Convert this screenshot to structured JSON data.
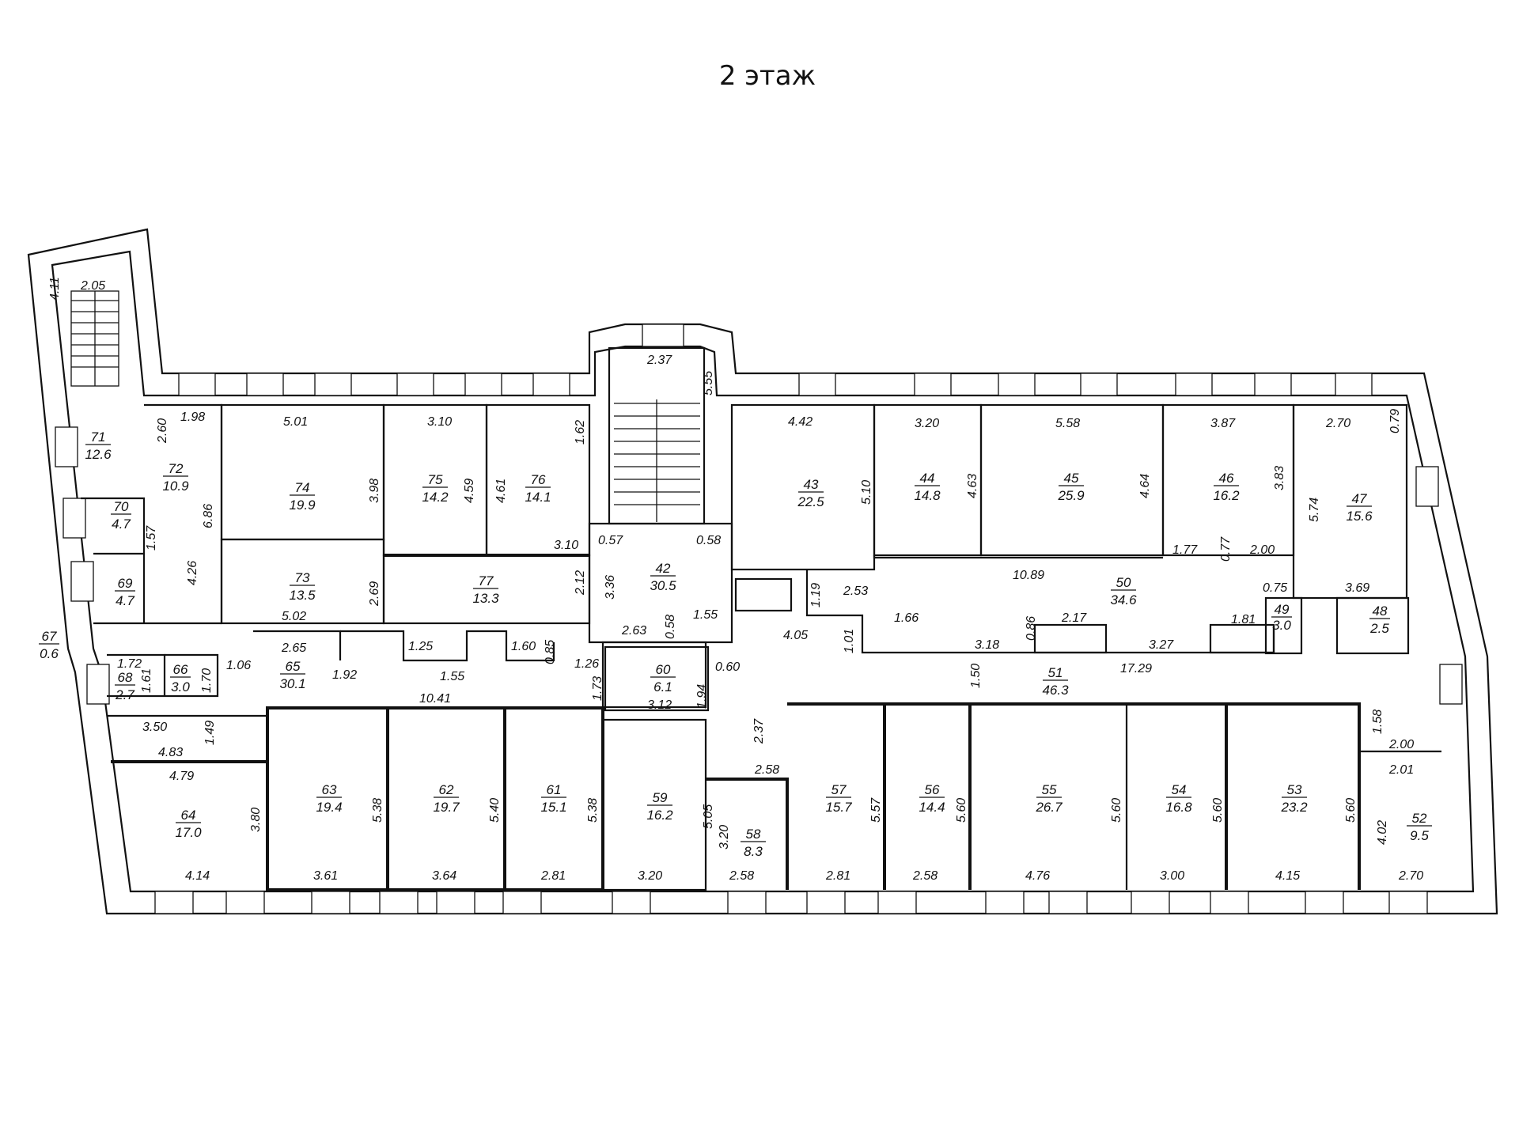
{
  "title": "2 этаж",
  "rooms": [
    {
      "num": "71",
      "area": "12.6"
    },
    {
      "num": "72",
      "area": "10.9"
    },
    {
      "num": "70",
      "area": "4.7"
    },
    {
      "num": "69",
      "area": "4.7"
    },
    {
      "num": "67",
      "area": "0.6"
    },
    {
      "num": "74",
      "area": "19.9"
    },
    {
      "num": "75",
      "area": "14.2"
    },
    {
      "num": "76",
      "area": "14.1"
    },
    {
      "num": "73",
      "area": "13.5"
    },
    {
      "num": "77",
      "area": "13.3"
    },
    {
      "num": "42",
      "area": "30.5"
    },
    {
      "num": "43",
      "area": "22.5"
    },
    {
      "num": "44",
      "area": "14.8"
    },
    {
      "num": "45",
      "area": "25.9"
    },
    {
      "num": "46",
      "area": "16.2"
    },
    {
      "num": "47",
      "area": "15.6"
    },
    {
      "num": "50",
      "area": "34.6"
    },
    {
      "num": "49",
      "area": "3.0"
    },
    {
      "num": "48",
      "area": "2.5"
    },
    {
      "num": "51",
      "area": "46.3"
    },
    {
      "num": "60",
      "area": "6.1"
    },
    {
      "num": "65",
      "area": "30.1"
    },
    {
      "num": "66",
      "area": "3.0"
    },
    {
      "num": "68",
      "area": "2.7"
    },
    {
      "num": "64",
      "area": "17.0"
    },
    {
      "num": "63",
      "area": "19.4"
    },
    {
      "num": "62",
      "area": "19.7"
    },
    {
      "num": "61",
      "area": "15.1"
    },
    {
      "num": "59",
      "area": "16.2"
    },
    {
      "num": "58",
      "area": "8.3"
    },
    {
      "num": "57",
      "area": "15.7"
    },
    {
      "num": "56",
      "area": "14.4"
    },
    {
      "num": "55",
      "area": "26.7"
    },
    {
      "num": "54",
      "area": "16.8"
    },
    {
      "num": "53",
      "area": "23.2"
    },
    {
      "num": "52",
      "area": "9.5"
    }
  ],
  "dimensions": [
    "2.05",
    "4.11",
    "1.98",
    "2.60",
    "5.01",
    "3.10",
    "1.62",
    "3.98",
    "4.59",
    "4.61",
    "6.86",
    "1.57",
    "4.26",
    "3.10",
    "2.69",
    "2.12",
    "3.36",
    "5.02",
    "2.37",
    "5.55",
    "0.57",
    "0.58",
    "4.42",
    "5.10",
    "3.20",
    "4.63",
    "5.58",
    "4.64",
    "3.87",
    "3.83",
    "2.70",
    "0.79",
    "5.74",
    "1.77",
    "0.77",
    "2.00",
    "10.89",
    "2.53",
    "1.19",
    "4.05",
    "1.01",
    "1.66",
    "2.17",
    "3.18",
    "0.86",
    "3.27",
    "1.81",
    "0.75",
    "3.69",
    "2.63",
    "0.58",
    "1.55",
    "2.65",
    "1.25",
    "1.60",
    "0.85",
    "1.26",
    "1.92",
    "1.55",
    "1.06",
    "1.72",
    "1.61",
    "1.70",
    "1.73",
    "3.12",
    "1.94",
    "0.60",
    "10.41",
    "3.50",
    "1.49",
    "4.83",
    "4.79",
    "3.80",
    "4.14",
    "5.38",
    "3.61",
    "5.40",
    "3.64",
    "5.38",
    "2.81",
    "5.05",
    "3.20",
    "2.37",
    "2.58",
    "3.20",
    "2.58",
    "5.57",
    "2.81",
    "5.60",
    "2.58",
    "5.60",
    "4.76",
    "5.60",
    "3.00",
    "5.60",
    "4.15",
    "1.50",
    "17.29",
    "1.58",
    "2.00",
    "2.01",
    "4.02",
    "2.70"
  ]
}
